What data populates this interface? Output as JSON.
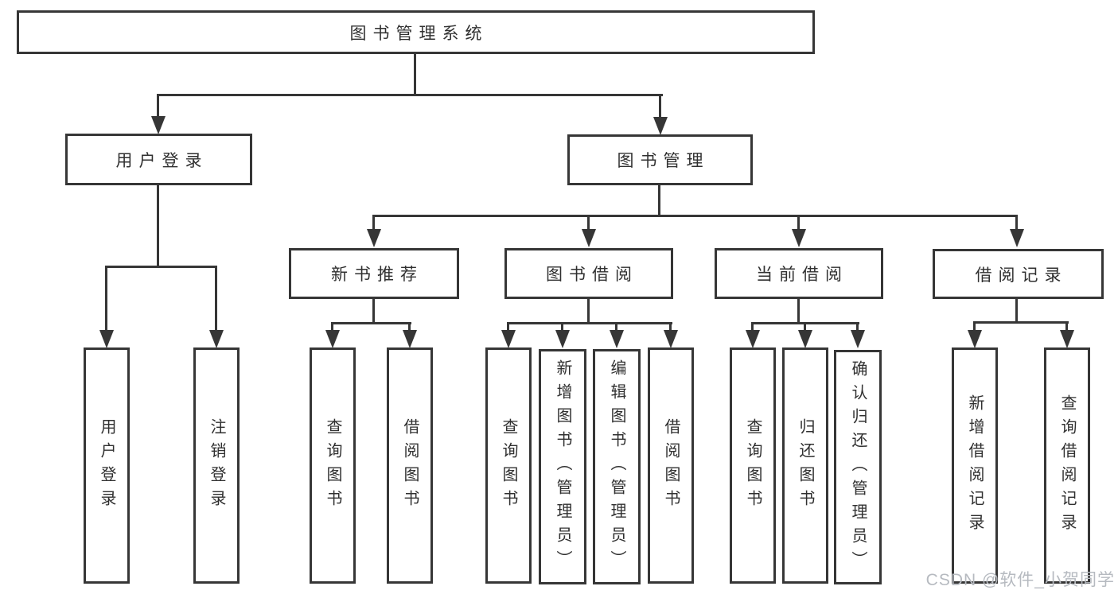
{
  "diagram_title": "图书管理系统",
  "tree": {
    "label": "图书管理系统",
    "children": [
      {
        "label": "用户登录",
        "children": [
          {
            "label": "用户登录"
          },
          {
            "label": "注销登录"
          }
        ]
      },
      {
        "label": "图书管理",
        "children": [
          {
            "label": "新书推荐",
            "children": [
              {
                "label": "查询图书"
              },
              {
                "label": "借阅图书"
              }
            ]
          },
          {
            "label": "图书借阅",
            "children": [
              {
                "label": "查询图书"
              },
              {
                "label": "新增图书（管理员）"
              },
              {
                "label": "编辑图书（管理员）"
              },
              {
                "label": "借阅图书"
              }
            ]
          },
          {
            "label": "当前借阅",
            "children": [
              {
                "label": "查询图书"
              },
              {
                "label": "归还图书"
              },
              {
                "label": "确认归还（管理员）"
              }
            ]
          },
          {
            "label": "借阅记录",
            "children": [
              {
                "label": "新增借阅记录"
              },
              {
                "label": "查询借阅记录"
              }
            ]
          }
        ]
      }
    ]
  },
  "watermark": {
    "text": "CSDN @软件_小贺同学"
  },
  "colors": {
    "line": "#363636",
    "text": "#303030",
    "watermark": "#b6bac0",
    "background": "#ffffff"
  }
}
